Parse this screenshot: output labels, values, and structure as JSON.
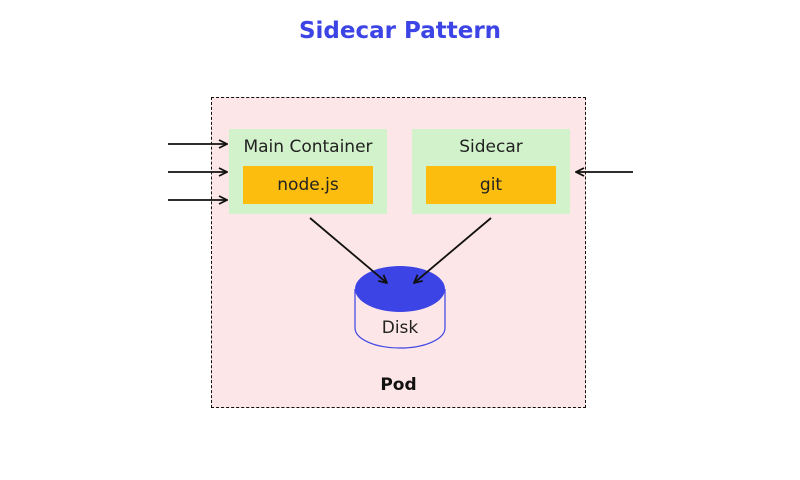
{
  "title": "Sidecar Pattern",
  "pod": {
    "label": "Pod"
  },
  "main_container": {
    "label": "Main Container",
    "app": "node.js"
  },
  "sidecar": {
    "label": "Sidecar",
    "app": "git"
  },
  "disk": {
    "label": "Disk"
  },
  "colors": {
    "title": "#3c44e5",
    "pod_fill": "#fde6e7",
    "container_fill": "#d1f2ca",
    "app_fill": "#fcbd0e",
    "disk_fill": "#3c44e5"
  }
}
